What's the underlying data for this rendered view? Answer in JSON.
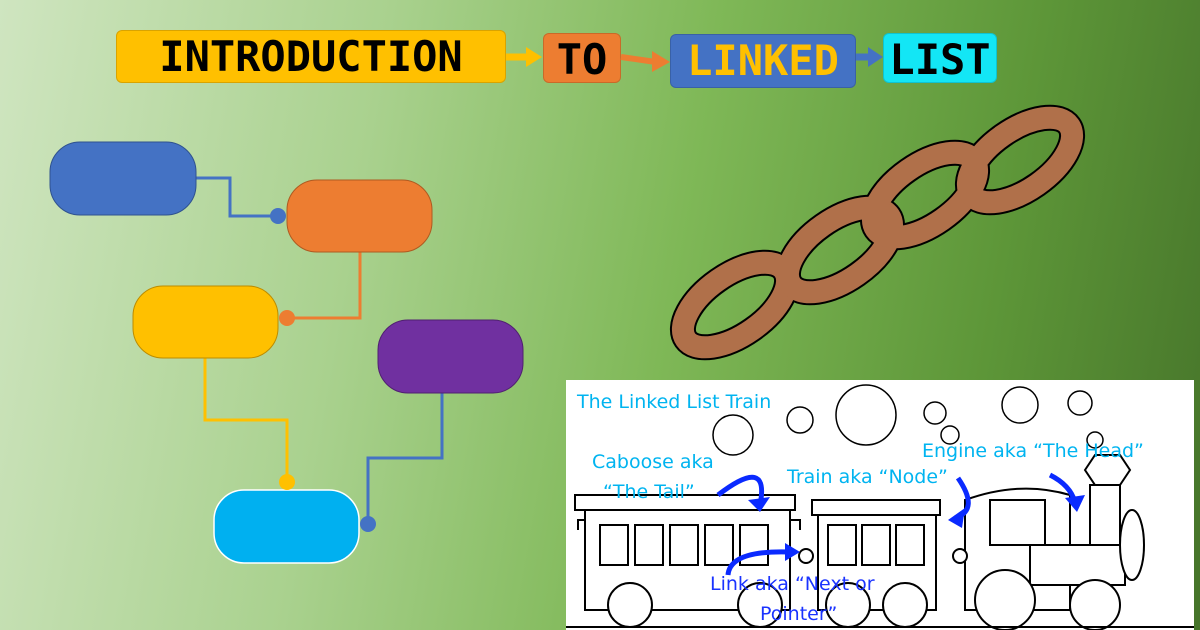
{
  "title": {
    "words": [
      "INTRODUCTION",
      "TO",
      "LINKED",
      "LIST"
    ],
    "colors": {
      "introduction": "#ffc000",
      "to": "#ed7d31",
      "linked": "#4472c4",
      "list": "#13e6f5"
    }
  },
  "flowchart": {
    "node_colors": [
      "#4472c4",
      "#ed7d31",
      "#ffc000",
      "#7030a0",
      "#00b0f0"
    ]
  },
  "train": {
    "heading": "The Linked List Train",
    "caboose_line1": "Caboose aka",
    "caboose_line2": "“The Tail”",
    "node_label": "Train aka “Node”",
    "engine_label": "Engine aka “The Head”",
    "link_line1": "Link aka “Next or",
    "link_line2": "Pointer”"
  }
}
